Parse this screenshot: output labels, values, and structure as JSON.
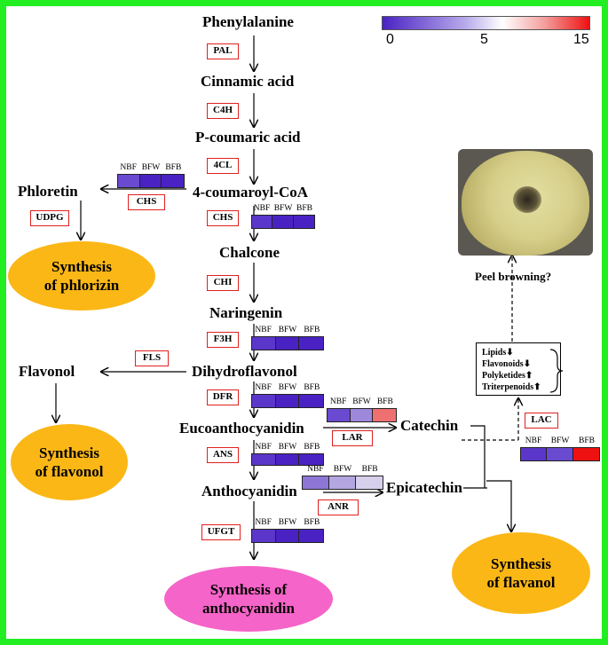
{
  "colorbar": {
    "min": "0",
    "mid": "5",
    "max": "15"
  },
  "compounds": {
    "phenylalanine": "Phenylalanine",
    "cinnamic": "Cinnamic acid",
    "pcoumaric": "P-coumaric acid",
    "coumaroyl": "4-coumaroyl-CoA",
    "phloretin": "Phloretin",
    "chalcone": "Chalcone",
    "naringenin": "Naringenin",
    "flavonol": "Flavonol",
    "dihydroflavonol": "Dihydroflavonol",
    "eucoanthocyanidin": "Eucoanthocyanidin",
    "catechin": "Catechin",
    "anthocyanidin": "Anthocyanidin",
    "epicatechin": "Epicatechin"
  },
  "enzymes": {
    "pal": "PAL",
    "c4h": "C4H",
    "fourcl": "4CL",
    "chs_left": "CHS",
    "chs": "CHS",
    "udpg": "UDPG",
    "chi": "CHI",
    "f3h": "F3H",
    "fls": "FLS",
    "dfr": "DFR",
    "lar": "LAR",
    "ans": "ANS",
    "anr": "ANR",
    "ufgt": "UFGT",
    "lac": "LAC"
  },
  "sample_labels": [
    "NBF",
    "BFW",
    "BFB"
  ],
  "heatmaps": {
    "chs_left": [
      "#6a4ad0",
      "#4a22c4",
      "#4a22c4"
    ],
    "chs": [
      "#5a36ca",
      "#4a22c4",
      "#4a22c4"
    ],
    "f3h": [
      "#5a36ca",
      "#4a22c4",
      "#4a22c4"
    ],
    "dfr": [
      "#5a36ca",
      "#4a22c4",
      "#4a22c4"
    ],
    "lar": [
      "#6a4ad0",
      "#9d88dc",
      "#ef7070"
    ],
    "ans": [
      "#5a36ca",
      "#4a22c4",
      "#4a22c4"
    ],
    "anr": [
      "#8e76d6",
      "#b4a6e0",
      "#d7d0ec"
    ],
    "ufgt": [
      "#5a36ca",
      "#4a22c4",
      "#4a22c4"
    ],
    "lac": [
      "#5a36ca",
      "#6a4ad0",
      "#ee1111"
    ]
  },
  "ovals": {
    "phlorizin": [
      "Synthesis",
      "of phlorizin"
    ],
    "flavonol": [
      "Synthesis",
      "of flavonol"
    ],
    "anthocyanidin": [
      "Synthesis of",
      "anthocyanidin"
    ],
    "flavanol": [
      "Synthesis",
      "of flavanol"
    ]
  },
  "peel_label": "Peel browning?",
  "metabolites": [
    {
      "name": "Lipids",
      "arrow": "⬇"
    },
    {
      "name": "Flavonoids",
      "arrow": "⬇"
    },
    {
      "name": "Polyketides",
      "arrow": "⬆"
    },
    {
      "name": "Triterpenoids",
      "arrow": "⬆"
    }
  ]
}
